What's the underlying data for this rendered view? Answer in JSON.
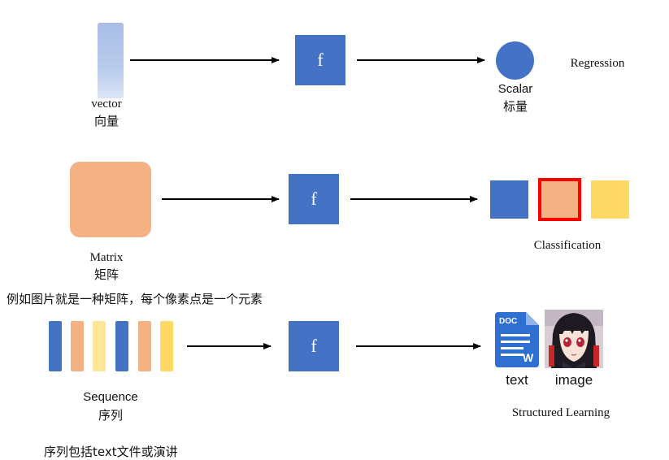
{
  "colors": {
    "blue": "#4472c4",
    "light_blue": "#b4c7e7",
    "orange": "#f4b183",
    "yellow": "#ffd966",
    "light_yellow": "#ffe699",
    "red": "#ff0000"
  },
  "row1": {
    "input_label_en": "vector",
    "input_label_cn": "向量",
    "function_label": "f",
    "output_label_en": "Scalar",
    "output_label_cn": "标量",
    "task": "Regression"
  },
  "row2": {
    "input_label_en": "Matrix",
    "input_label_cn": "矩阵",
    "function_label": "f",
    "task": "Classification",
    "note": "例如图片就是一种矩阵，每个像素点是一个元素"
  },
  "row3": {
    "input_label_en": "Sequence",
    "input_label_cn": "序列",
    "function_label": "f",
    "output_text_label": "text",
    "output_image_label": "image",
    "doc_icon_text": "DOC",
    "doc_icon_letter": "W",
    "task": "Structured Learning",
    "note": "序列包括text文件或演讲"
  }
}
